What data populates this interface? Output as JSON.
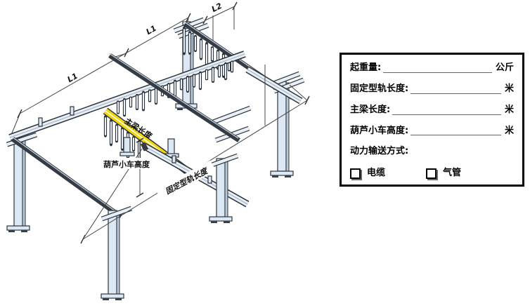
{
  "diagram": {
    "labels": {
      "span_left": "L1",
      "span_right": "L1",
      "overhang": "L2",
      "main_beam_length": "主梁长度",
      "hoist_trolley_height": "葫芦小车高度",
      "fixed_rail_length": "固定型轨长度"
    },
    "colors": {
      "main_beam_yellow": "#f2d60e",
      "structure_fill": "#dce8f4",
      "outline": "#2e343c"
    }
  },
  "form": {
    "fields": [
      {
        "label": "起重量:",
        "unit": "公斤"
      },
      {
        "label": "固定型轨长度:",
        "unit": "米"
      },
      {
        "label": "主梁长度:",
        "unit": "米"
      },
      {
        "label": "葫芦小车高度:",
        "unit": "米"
      }
    ],
    "power_mode_label": "动力输送方式:",
    "power_options": [
      {
        "label": "电缆",
        "checked": false
      },
      {
        "label": "气管",
        "checked": false
      }
    ]
  }
}
